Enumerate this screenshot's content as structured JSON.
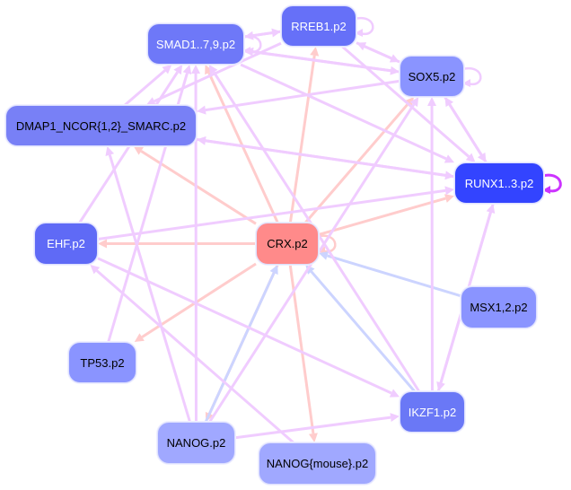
{
  "colors": {
    "activation_edge": "#f0ccff",
    "crx_edge": "#ffcccc",
    "repression_edge": "#ccd4ff",
    "self_loop_strong": "#cc33ff"
  },
  "nodes": [
    {
      "id": "SMAD",
      "label": "SMAD1..7,9.p2",
      "fill": "#6e78f8",
      "text": "#ffffff"
    },
    {
      "id": "RREB1",
      "label": "RREB1.p2",
      "fill": "#6670f8",
      "text": "#ffffff"
    },
    {
      "id": "SOX5",
      "label": "SOX5.p2",
      "fill": "#8a94ff",
      "text": "#000000"
    },
    {
      "id": "DMAP1",
      "label": "DMAP1_NCOR{1,2}_SMARC.p2",
      "fill": "#7880f6",
      "text": "#000000"
    },
    {
      "id": "RUNX1",
      "label": "RUNX1..3.p2",
      "fill": "#3344ff",
      "text": "#ffffff"
    },
    {
      "id": "EHF",
      "label": "EHF.p2",
      "fill": "#5f6af6",
      "text": "#ffffff"
    },
    {
      "id": "CRX",
      "label": "CRX.p2",
      "fill": "#ff8a8a",
      "text": "#000000"
    },
    {
      "id": "MSX",
      "label": "MSX1,2.p2",
      "fill": "#8a94ff",
      "text": "#000000"
    },
    {
      "id": "TP53",
      "label": "TP53.p2",
      "fill": "#8a94ff",
      "text": "#000000"
    },
    {
      "id": "IKZF1",
      "label": "IKZF1.p2",
      "fill": "#6a78f6",
      "text": "#ffffff"
    },
    {
      "id": "NANOG",
      "label": "NANOG.p2",
      "fill": "#a0a8ff",
      "text": "#000000"
    },
    {
      "id": "NANOGM",
      "label": "NANOG{mouse}.p2",
      "fill": "#a0a8ff",
      "text": "#000000"
    }
  ],
  "edges": [
    {
      "from": "CRX",
      "to": "EHF",
      "kind": "crx"
    },
    {
      "from": "CRX",
      "to": "DMAP1",
      "kind": "crx"
    },
    {
      "from": "CRX",
      "to": "SMAD",
      "kind": "crx"
    },
    {
      "from": "CRX",
      "to": "RREB1",
      "kind": "crx"
    },
    {
      "from": "CRX",
      "to": "SOX5",
      "kind": "crx"
    },
    {
      "from": "CRX",
      "to": "RUNX1",
      "kind": "crx"
    },
    {
      "from": "CRX",
      "to": "TP53",
      "kind": "crx"
    },
    {
      "from": "CRX",
      "to": "NANOG",
      "kind": "crx"
    },
    {
      "from": "CRX",
      "to": "NANOGM",
      "kind": "crx"
    },
    {
      "from": "CRX",
      "to": "CRX",
      "kind": "crx"
    },
    {
      "from": "MSX",
      "to": "CRX",
      "kind": "rep"
    },
    {
      "from": "IKZF1",
      "to": "CRX",
      "kind": "rep"
    },
    {
      "from": "NANOG",
      "to": "CRX",
      "kind": "rep"
    },
    {
      "from": "SMAD",
      "to": "RREB1",
      "kind": "act"
    },
    {
      "from": "RREB1",
      "to": "SMAD",
      "kind": "act"
    },
    {
      "from": "SMAD",
      "to": "SMAD",
      "kind": "act"
    },
    {
      "from": "RREB1",
      "to": "RREB1",
      "kind": "act"
    },
    {
      "from": "SOX5",
      "to": "SOX5",
      "kind": "act"
    },
    {
      "from": "RUNX1",
      "to": "RUNX1",
      "kind": "strong"
    },
    {
      "from": "RREB1",
      "to": "SOX5",
      "kind": "act"
    },
    {
      "from": "SOX5",
      "to": "RREB1",
      "kind": "act"
    },
    {
      "from": "SOX5",
      "to": "RUNX1",
      "kind": "act"
    },
    {
      "from": "RUNX1",
      "to": "SOX5",
      "kind": "act"
    },
    {
      "from": "RREB1",
      "to": "RUNX1",
      "kind": "act"
    },
    {
      "from": "SMAD",
      "to": "RUNX1",
      "kind": "act"
    },
    {
      "from": "SMAD",
      "to": "SOX5",
      "kind": "act"
    },
    {
      "from": "SOX5",
      "to": "SMAD",
      "kind": "act"
    },
    {
      "from": "SOX5",
      "to": "DMAP1",
      "kind": "act"
    },
    {
      "from": "RUNX1",
      "to": "DMAP1",
      "kind": "act"
    },
    {
      "from": "RREB1",
      "to": "DMAP1",
      "kind": "act"
    },
    {
      "from": "DMAP1",
      "to": "SMAD",
      "kind": "act"
    },
    {
      "from": "DMAP1",
      "to": "RUNX1",
      "kind": "act"
    },
    {
      "from": "EHF",
      "to": "RUNX1",
      "kind": "act"
    },
    {
      "from": "EHF",
      "to": "SMAD",
      "kind": "act"
    },
    {
      "from": "EHF",
      "to": "IKZF1",
      "kind": "act"
    },
    {
      "from": "IKZF1",
      "to": "SOX5",
      "kind": "act"
    },
    {
      "from": "IKZF1",
      "to": "RUNX1",
      "kind": "act"
    },
    {
      "from": "RUNX1",
      "to": "IKZF1",
      "kind": "act"
    },
    {
      "from": "IKZF1",
      "to": "SMAD",
      "kind": "act"
    },
    {
      "from": "NANOG",
      "to": "DMAP1",
      "kind": "act"
    },
    {
      "from": "NANOG",
      "to": "SMAD",
      "kind": "act"
    },
    {
      "from": "NANOG",
      "to": "SOX5",
      "kind": "act"
    },
    {
      "from": "NANOG",
      "to": "IKZF1",
      "kind": "act"
    },
    {
      "from": "NANOGM",
      "to": "EHF",
      "kind": "act"
    },
    {
      "from": "TP53",
      "to": "SMAD",
      "kind": "act"
    }
  ]
}
